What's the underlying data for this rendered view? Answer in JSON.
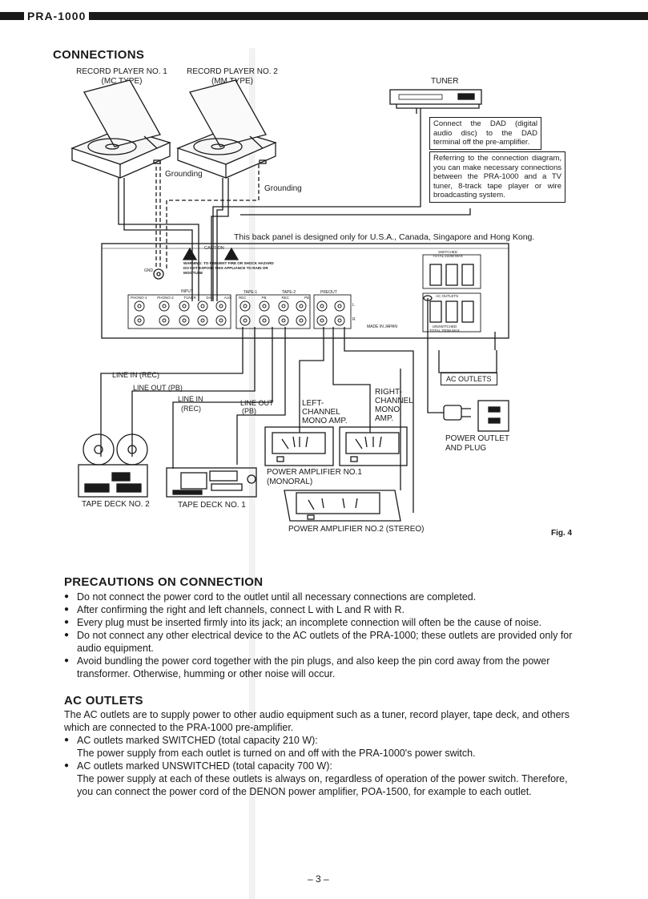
{
  "header": {
    "title": "PRA-1000"
  },
  "connections": {
    "heading": "CONNECTIONS",
    "record_player_1": [
      "RECORD PLAYER NO. 1",
      "(MC TYPE)"
    ],
    "record_player_2": [
      "RECORD PLAYER NO. 2",
      "(MM TYPE)"
    ],
    "tuner": "TUNER",
    "grounding_1": "Grounding",
    "grounding_2": "Grounding",
    "note_dad": "Connect the DAD (digital audio disc) to the DAD terminal off the pre-amplifier.",
    "note_tv": "Referring to the connection diagram, you can make necessary connections between the PRA-1000 and a TV tuner, 8-track tape player or wire broadcasting system.",
    "back_panel_note": "This back panel is designed only for U.S.A., Canada, Singapore and Hong Kong.",
    "line_in_rec": "LINE IN (REC)",
    "line_out_pb": "LINE OUT (PB)",
    "line_in": "LINE IN",
    "rec": "(REC)",
    "line_out": "LINE OUT",
    "pb": "(PB)",
    "left_channel": [
      "LEFT-",
      "CHANNEL",
      "MONO AMP."
    ],
    "right_channel": [
      "RIGHT-",
      "CHANNEL",
      "MONO",
      "AMP."
    ],
    "ac_outlets_box": "AC OUTLETS",
    "power_outlet": [
      "POWER OUTLET",
      "AND PLUG"
    ],
    "tape_deck_2": "TAPE DECK NO. 2",
    "tape_deck_1": "TAPE DECK NO. 1",
    "power_amp_1": [
      "POWER AMPLIFIER NO.1",
      "(MONORAL)"
    ],
    "power_amp_2": "POWER AMPLIFIER NO.2 (STEREO)",
    "fig": "Fig. 4",
    "panel": {
      "caution": "CAUTION",
      "warning": "WARNING: TO PREVENT FIRE OR SHOCK HAZARD DO NOT EXPOSE THIS APPLIANCE TO RAIN OR MOISTURE",
      "gnd": "GND",
      "input": "INPUT",
      "inputs": [
        "PHONO-1",
        "PHONO-2",
        "TUNER",
        "DAD",
        "AUX"
      ],
      "tape1": "TAPE-1",
      "tape2": "TAPE-2",
      "tape_jacks": [
        "REC",
        "PB",
        "REC",
        "PB"
      ],
      "preout": "PREOUT",
      "l": "L",
      "r": "R",
      "made_in": "MADE IN JAPAN",
      "switched": "SWITCHED",
      "switched_total": "TOTAL 210W MAX",
      "ac_outlets": "AC OUTLETS",
      "unswitched": "UNSWITCHED",
      "unswitched_total": "TOTAL 700W MAX"
    }
  },
  "precautions": {
    "heading": "PRECAUTIONS ON CONNECTION",
    "items": [
      "Do not connect the power cord to the outlet until all necessary connections are completed.",
      "After confirming the right and left channels, connect L with L and R with R.",
      "Every plug must be inserted firmly into its jack; an incomplete connection will often be the cause of noise.",
      "Do not connect any other electrical device to the AC outlets of the PRA-1000; these outlets are provided only for audio equipment.",
      "Avoid bundling the power cord together with the pin plugs, and also keep the pin cord away from the power transformer. Otherwise, humming or other noise will occur."
    ]
  },
  "ac_outlets": {
    "heading": "AC OUTLETS",
    "intro": "The AC outlets are to supply power to other audio equipment such as a tuner, record player, tape deck, and others which are connected to the PRA-1000 pre-amplifier.",
    "items": [
      {
        "title": "AC outlets marked SWITCHED (total capacity 210 W):",
        "text": "The power supply from each outlet is turned on and off with the PRA-1000's power switch."
      },
      {
        "title": "AC outlets marked UNSWITCHED (total capacity 700 W):",
        "text": "The power supply at each of these outlets is always on, regardless of operation of the power switch. Therefore, you can connect the power cord of the DENON power amplifier, POA-1500, for example to each outlet."
      }
    ]
  },
  "footer": {
    "page": "– 3 –"
  }
}
